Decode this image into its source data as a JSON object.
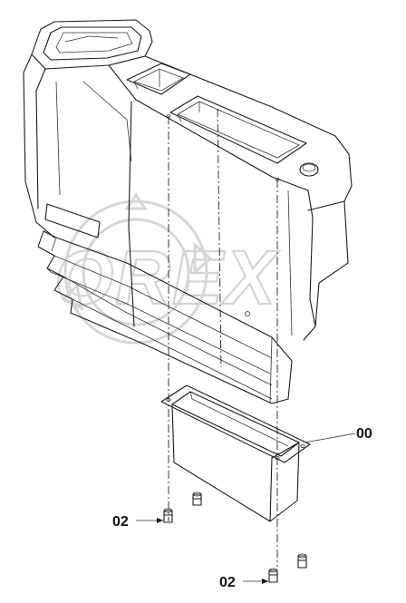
{
  "watermark": {
    "text": "OREX"
  },
  "callouts": [
    {
      "id": "part-00",
      "label": "00"
    },
    {
      "id": "part-02-upper",
      "label": "02"
    },
    {
      "id": "part-02-lower",
      "label": "02"
    }
  ]
}
